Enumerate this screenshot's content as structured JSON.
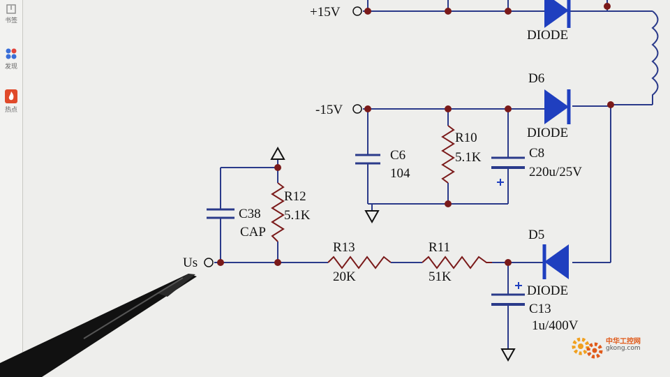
{
  "sidebar": {
    "items": [
      {
        "label": "书签",
        "icon": "bookmark-icon"
      },
      {
        "label": "发现",
        "icon": "discover-icon"
      },
      {
        "label": "热点",
        "icon": "hot-flame-icon"
      }
    ]
  },
  "schematic": {
    "ports": {
      "plus15": "+15V",
      "minus15": "-15V",
      "us": "Us"
    },
    "components": {
      "d_top": {
        "type": "DIODE"
      },
      "d6": {
        "ref": "D6",
        "type": "DIODE"
      },
      "d5": {
        "ref": "D5",
        "type": "DIODE"
      },
      "c6": {
        "ref": "C6",
        "value": "104"
      },
      "r10": {
        "ref": "R10",
        "value": "5.1K"
      },
      "c8": {
        "ref": "C8",
        "value": "220u/25V",
        "polarity": "+"
      },
      "c38": {
        "ref": "C38",
        "value": "CAP"
      },
      "r12": {
        "ref": "R12",
        "value": "5.1K"
      },
      "r13": {
        "ref": "R13",
        "value": "20K"
      },
      "r11": {
        "ref": "R11",
        "value": "51K"
      },
      "c13": {
        "ref": "C13",
        "value": "1u/400V",
        "polarity": "+"
      }
    },
    "colors": {
      "wire": "#2a3a8a",
      "junction": "#7a1a1a",
      "diode": "#1f3fbf",
      "background": "#eeeeec"
    }
  },
  "watermark": {
    "line1": "中华工控网",
    "line2": "gkong.com",
    "icon": "gear-logo-icon"
  }
}
